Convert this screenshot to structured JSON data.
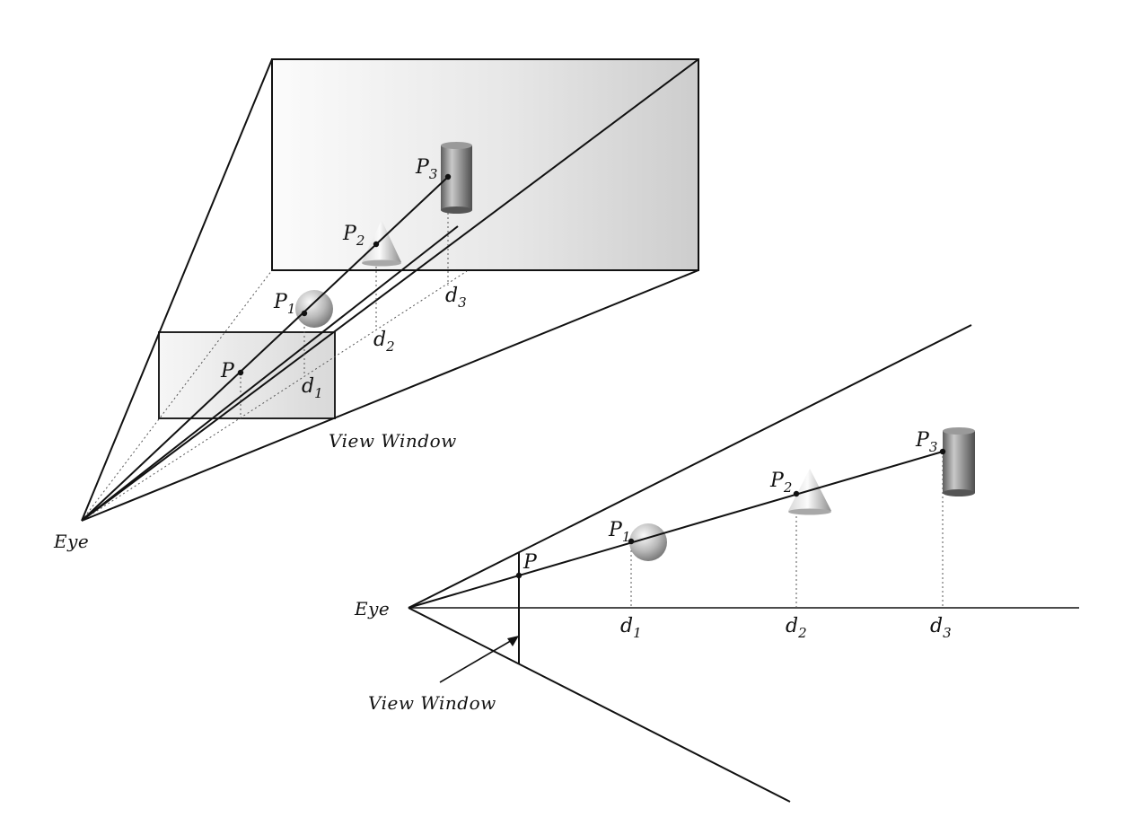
{
  "colors": {
    "ink": "#111111",
    "plane_light": "#f4f4f4",
    "plane_dark": "#cfcfcf",
    "object_light": "#e8e8e8",
    "object_dark": "#6a6a6a"
  },
  "perspective_view": {
    "eye_label": "Eye",
    "window_label": "View Window",
    "points": [
      {
        "base": "P",
        "sub": ""
      },
      {
        "base": "P",
        "sub": "1"
      },
      {
        "base": "P",
        "sub": "2"
      },
      {
        "base": "P",
        "sub": "3"
      }
    ],
    "distances": [
      {
        "base": "d",
        "sub": "1"
      },
      {
        "base": "d",
        "sub": "2"
      },
      {
        "base": "d",
        "sub": "3"
      }
    ]
  },
  "side_view": {
    "eye_label": "Eye",
    "window_label": "View Window",
    "points": [
      {
        "base": "P",
        "sub": ""
      },
      {
        "base": "P",
        "sub": "1"
      },
      {
        "base": "P",
        "sub": "2"
      },
      {
        "base": "P",
        "sub": "3"
      }
    ],
    "distances": [
      {
        "base": "d",
        "sub": "1"
      },
      {
        "base": "d",
        "sub": "2"
      },
      {
        "base": "d",
        "sub": "3"
      }
    ]
  }
}
